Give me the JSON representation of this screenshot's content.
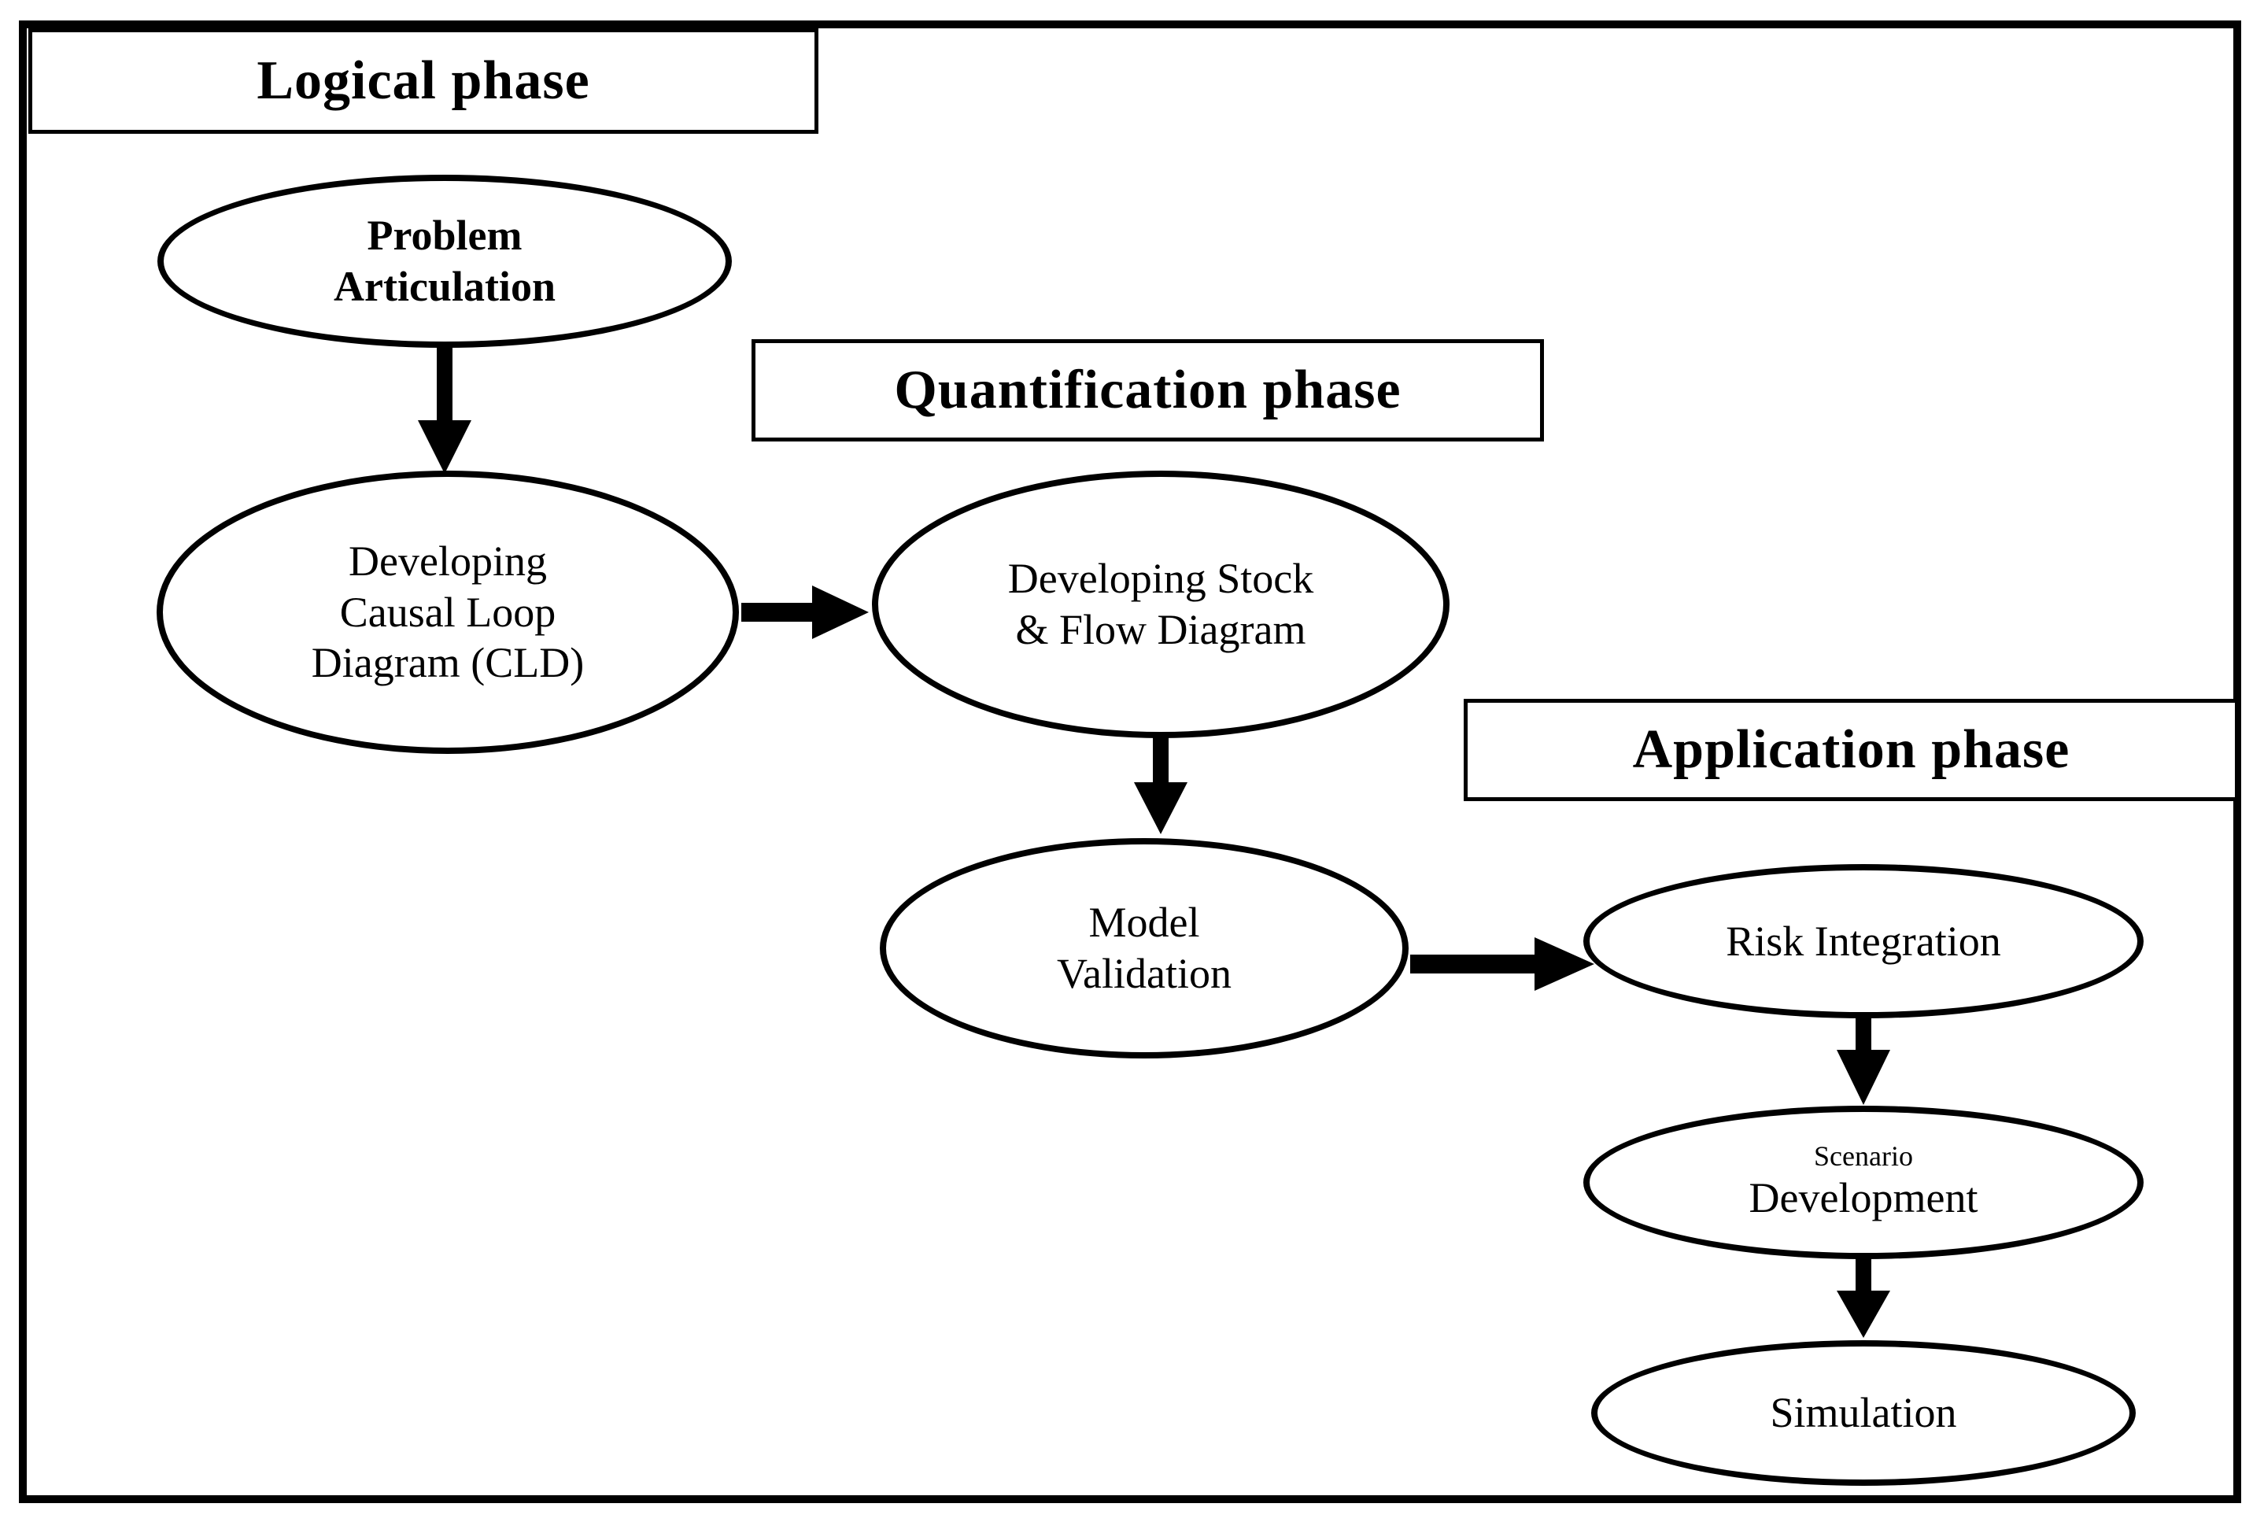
{
  "colors": {
    "ink": "#000000",
    "paper": "#ffffff"
  },
  "phases": {
    "logical": {
      "label": "Logical phase"
    },
    "quantification": {
      "label": "Quantification phase"
    },
    "application": {
      "label": "Application phase"
    }
  },
  "nodes": {
    "problem_articulation": {
      "lines": [
        "Problem",
        "Articulation"
      ]
    },
    "causal_loop": {
      "lines": [
        "Developing",
        "Causal Loop",
        "Diagram (CLD)"
      ]
    },
    "stock_flow": {
      "lines": [
        "Developing Stock",
        "& Flow Diagram"
      ]
    },
    "model_validation": {
      "lines": [
        "Model",
        "Validation"
      ]
    },
    "risk_integration": {
      "lines": [
        "Risk Integration"
      ]
    },
    "scenario_development": {
      "small_label": "Scenario",
      "lines": [
        "Development"
      ]
    },
    "simulation": {
      "lines": [
        "Simulation"
      ]
    }
  }
}
